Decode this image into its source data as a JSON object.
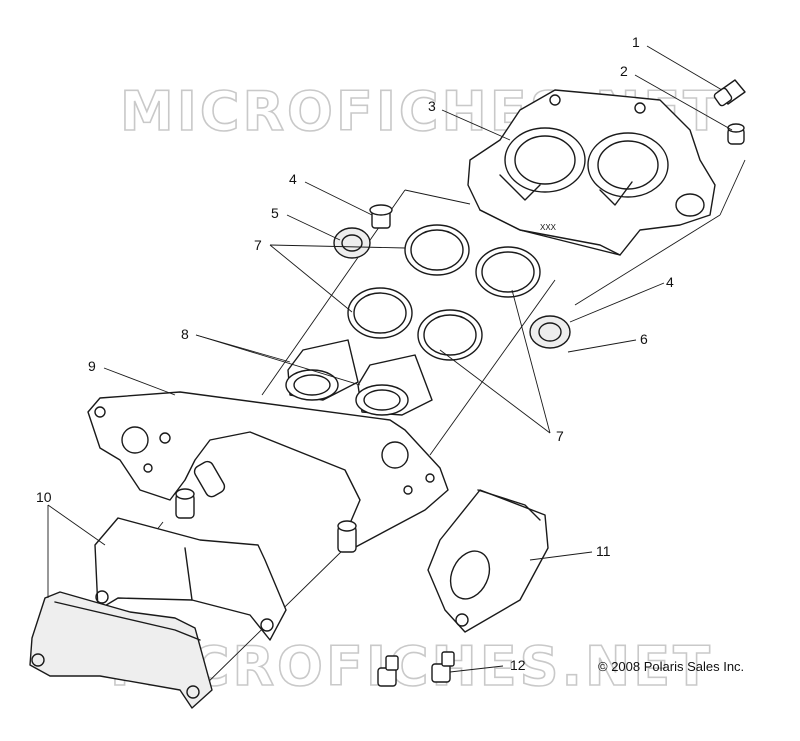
{
  "watermark": "MICROFICHES.NET",
  "copyright": "© 2008 Polaris Sales Inc.",
  "caliper_marking": "XXX",
  "callouts": [
    "1",
    "2",
    "3",
    "4",
    "5",
    "4",
    "6",
    "7",
    "7",
    "8",
    "9",
    "10",
    "11",
    "12"
  ]
}
